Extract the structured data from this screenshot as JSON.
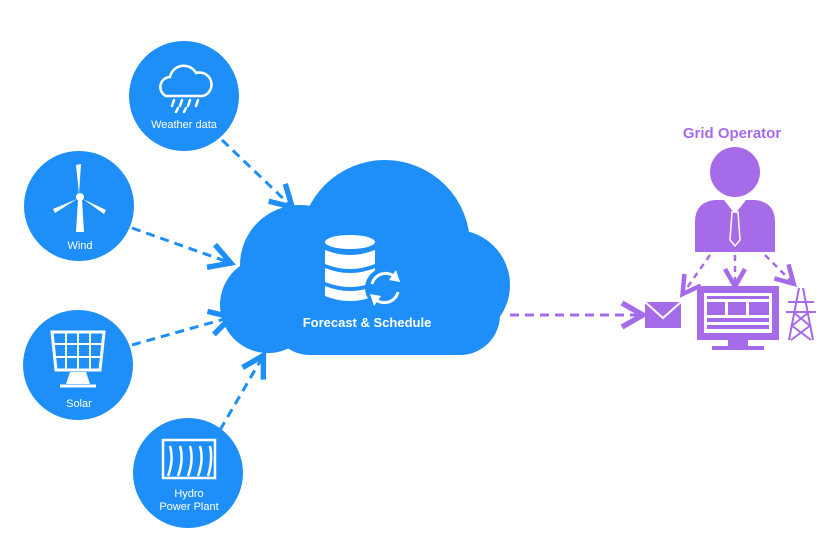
{
  "colors": {
    "blue": "#1e8ff8",
    "purple": "#a66be8",
    "white": "#ffffff",
    "arrow_blue": "#1e8ff8",
    "arrow_purple": "#a66be8"
  },
  "sources": [
    {
      "id": "weather",
      "label": "Weather data",
      "icon": "cloud-rain-icon"
    },
    {
      "id": "wind",
      "label": "Wind",
      "icon": "wind-turbine-icon"
    },
    {
      "id": "solar",
      "label": "Solar",
      "icon": "solar-panel-icon"
    },
    {
      "id": "hydro",
      "label": "Hydro\nPower Plant",
      "icon": "hydro-dam-icon"
    }
  ],
  "cloud": {
    "label": "Forecast & Schedule",
    "icon": "database-sync-icon"
  },
  "operator": {
    "title": "Grid Operator",
    "icons": [
      "user-tie-icon",
      "email-icon",
      "monitor-dashboard-icon",
      "transmission-tower-icon"
    ]
  }
}
